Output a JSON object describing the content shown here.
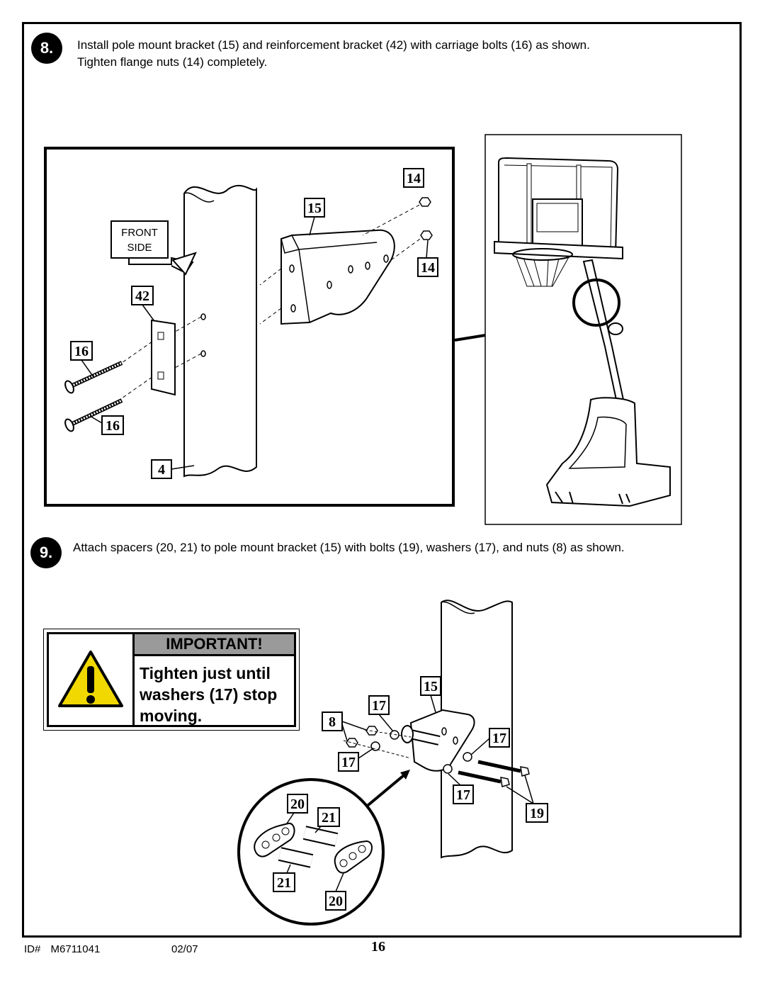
{
  "step8": {
    "number": "8.",
    "line1": "Install pole mount bracket (15) and reinforcement bracket (42) with carriage bolts (16) as shown.",
    "line2": "Tighten flange nuts (14) completely."
  },
  "step9": {
    "number": "9.",
    "text": "Attach spacers (20, 21) to pole mount bracket (15) with bolts (19), washers (17), and nuts (8) as shown."
  },
  "diagram8": {
    "front_label_1": "FRONT",
    "front_label_2": "SIDE",
    "callouts": [
      "14",
      "15",
      "14",
      "42",
      "16",
      "16",
      "4"
    ]
  },
  "important": {
    "heading": "IMPORTANT!",
    "line1": "Tighten just until",
    "line2": "washers (17) stop",
    "line3": "moving."
  },
  "diagram9": {
    "callouts": [
      "15",
      "17",
      "8",
      "17",
      "17",
      "17",
      "19",
      "20",
      "21",
      "21",
      "20"
    ]
  },
  "footer": {
    "id_label": "ID#",
    "id_value": "M6711041",
    "date": "02/07",
    "page": "16"
  }
}
